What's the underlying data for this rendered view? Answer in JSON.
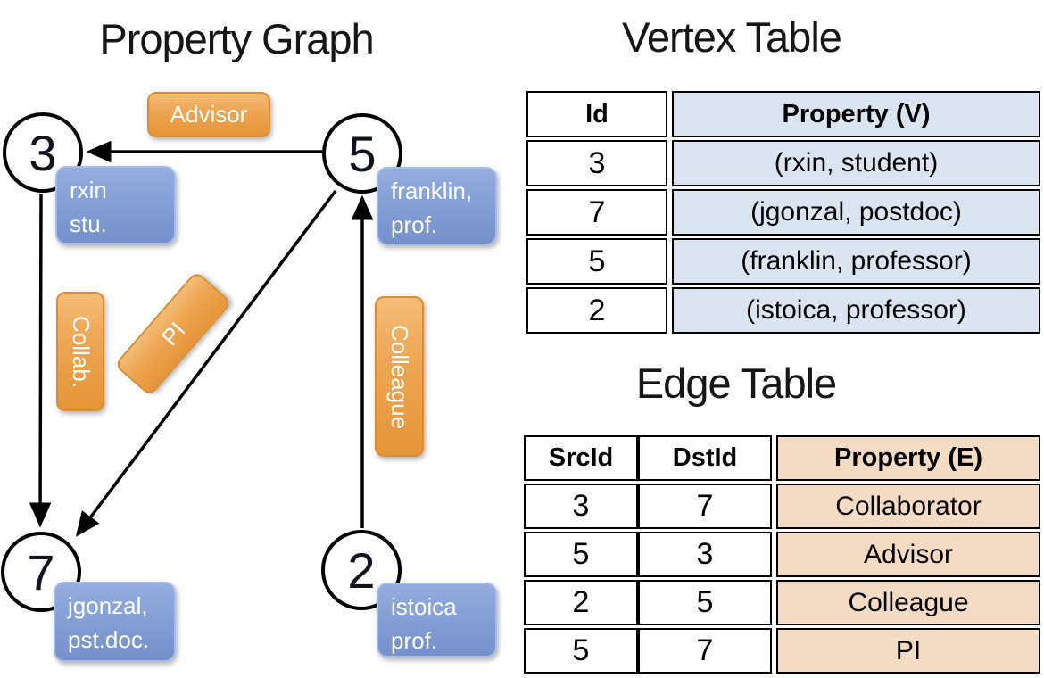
{
  "graph": {
    "title": "Property Graph",
    "vertices": {
      "v3": "3",
      "v5": "5",
      "v7": "7",
      "v2": "2"
    },
    "edge_labels": {
      "advisor": "Advisor",
      "collab": "Collab.",
      "pi": "PI",
      "colleague": "Colleague"
    },
    "props": {
      "rxin": [
        "rxin",
        "stu."
      ],
      "franklin": [
        "franklin,",
        "prof."
      ],
      "jgonzal": [
        "jgonzal,",
        "pst.doc."
      ],
      "istoica": [
        "istoica",
        "prof."
      ]
    }
  },
  "vertex_table": {
    "title": "Vertex Table",
    "headers": {
      "id": "Id",
      "property": "Property (V)"
    },
    "rows": [
      {
        "id": "3",
        "property": "(rxin, student)"
      },
      {
        "id": "7",
        "property": "(jgonzal, postdoc)"
      },
      {
        "id": "5",
        "property": "(franklin, professor)"
      },
      {
        "id": "2",
        "property": "(istoica, professor)"
      }
    ]
  },
  "edge_table": {
    "title": "Edge Table",
    "headers": {
      "src": "SrcId",
      "dst": "DstId",
      "property": "Property (E)"
    },
    "rows": [
      {
        "src": "3",
        "dst": "7",
        "property": "Collaborator"
      },
      {
        "src": "5",
        "dst": "3",
        "property": "Advisor"
      },
      {
        "src": "2",
        "dst": "5",
        "property": "Colleague"
      },
      {
        "src": "5",
        "dst": "7",
        "property": "PI"
      }
    ]
  },
  "colors": {
    "vertex_property_fill": "#dbe5f1",
    "edge_property_fill": "#f3dcc3",
    "edge_label_orange": "#eda451",
    "vertex_property_blue": "#85a0d6",
    "line_color": "#000000"
  }
}
